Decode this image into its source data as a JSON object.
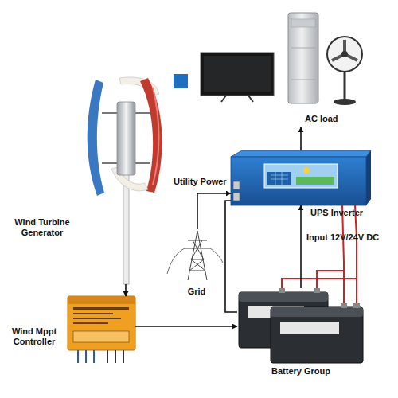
{
  "diagram": {
    "nodes": [
      {
        "text": [
          "AC load"
        ]
      },
      {
        "text": [
          "Wind Turbine Generator"
        ]
      },
      {
        "text": [
          "UPS Inverter"
        ]
      },
      {
        "text": [
          "Grid"
        ]
      },
      {
        "text": [
          "Wind Mppt Controller"
        ]
      },
      {
        "text": [
          "Battery Group"
        ]
      }
    ],
    "edges": [
      {
        "from": 1,
        "to": 4,
        "arrow": "to"
      },
      {
        "from": 4,
        "to": 5,
        "arrow": "to"
      },
      {
        "from": 5,
        "to": 2,
        "label": "Input 12V/24V DC",
        "arrow": "to"
      },
      {
        "from": 2,
        "to": 0,
        "arrow": "to"
      },
      {
        "from": 3,
        "to": 2,
        "label": "Utility Power",
        "arrow": "to"
      },
      {
        "from": 2,
        "to": 5,
        "arrow": "none"
      }
    ]
  }
}
